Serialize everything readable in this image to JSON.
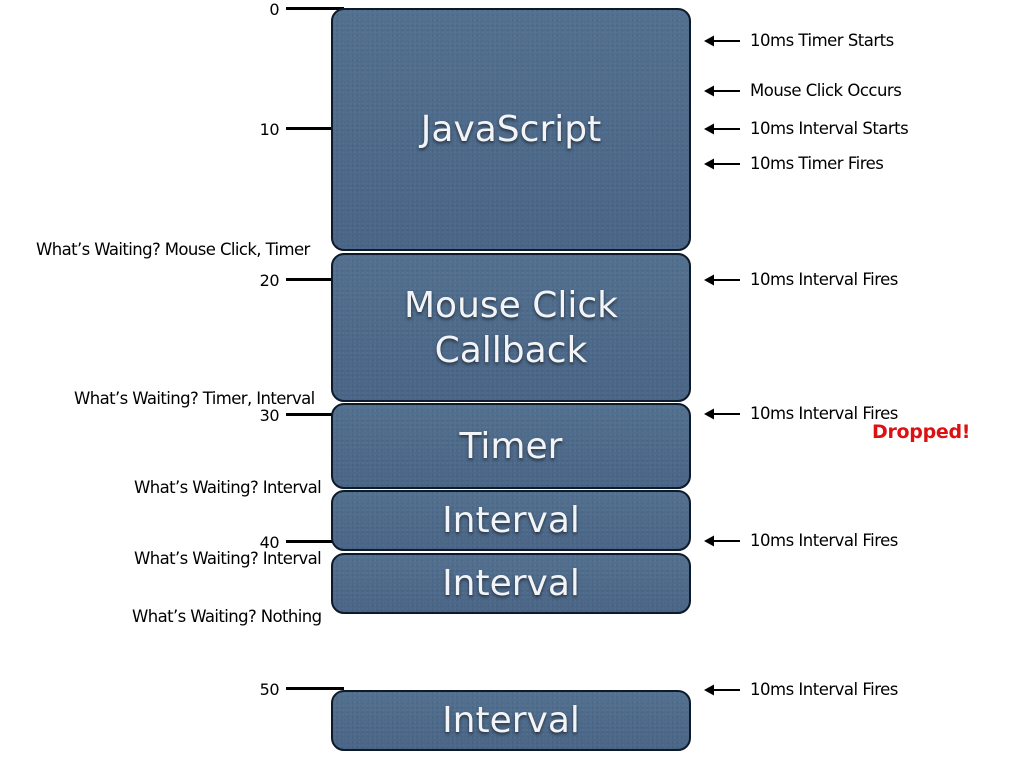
{
  "timeline": {
    "ticks": [
      "0",
      "10",
      "20",
      "30",
      "40",
      "50"
    ]
  },
  "blocks": [
    {
      "label": "JavaScript"
    },
    {
      "label": "Mouse Click\nCallback"
    },
    {
      "label": "Timer"
    },
    {
      "label": "Interval"
    },
    {
      "label": "Interval"
    },
    {
      "label": "Interval"
    }
  ],
  "waiting": [
    "What’s Waiting? Mouse Click, Timer",
    "What’s Waiting? Timer, Interval",
    "What’s Waiting? Interval",
    "What’s Waiting? Interval",
    "What’s Waiting? Nothing"
  ],
  "events": [
    "10ms Timer Starts",
    "Mouse Click Occurs",
    "10ms Interval Starts",
    "10ms Timer Fires",
    "10ms Interval Fires",
    "10ms Interval Fires",
    "10ms Interval Fires",
    "10ms Interval Fires"
  ],
  "dropped_label": "Dropped!",
  "colors": {
    "block_fill": "#4d6a8d",
    "block_border": "#0d1a2a",
    "block_text": "#f2f4f7",
    "dropped": "#dd1111",
    "text": "#000000"
  },
  "icons": {
    "event_marker": "left-arrow-icon"
  }
}
